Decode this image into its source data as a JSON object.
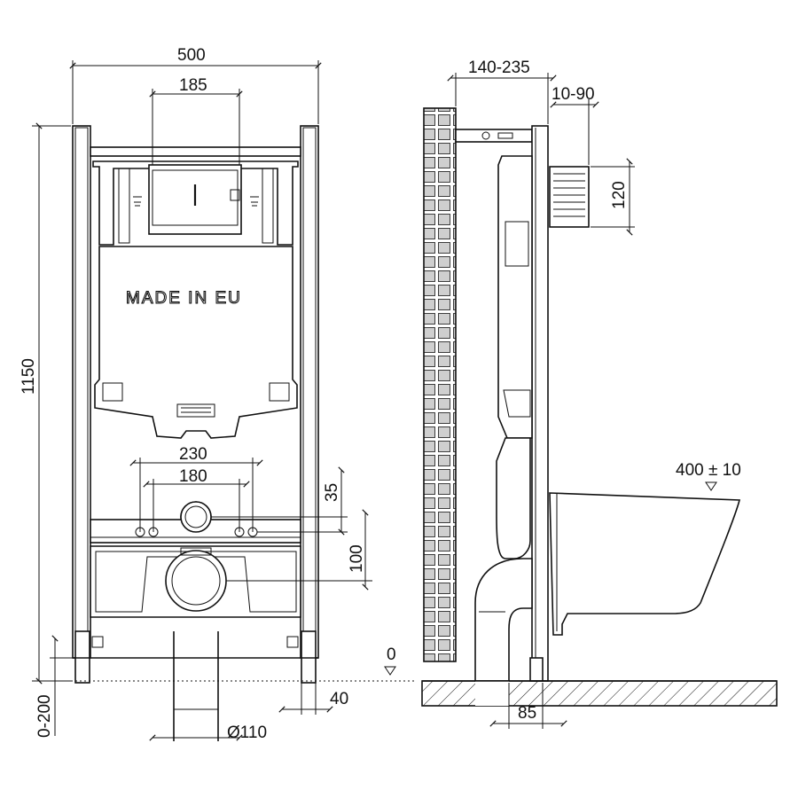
{
  "diagram": {
    "front_view": {
      "stamp": "MADE IN EU",
      "dims": {
        "overall_width": "500",
        "button_width": "185",
        "height": "1150",
        "inlet_outer": "230",
        "inlet_inner": "180",
        "inlet_offset": "35",
        "drain_offset": "100",
        "leg_adjust": "0-200",
        "leg_width": "40",
        "drain_diameter": "Ø110"
      }
    },
    "side_view": {
      "dims": {
        "wall_depth": "140-235",
        "panel_offset": "10-90",
        "button_height": "120",
        "bowl_height": "400 ± 10",
        "floor_level": "0",
        "drain_depth": "85"
      }
    }
  }
}
